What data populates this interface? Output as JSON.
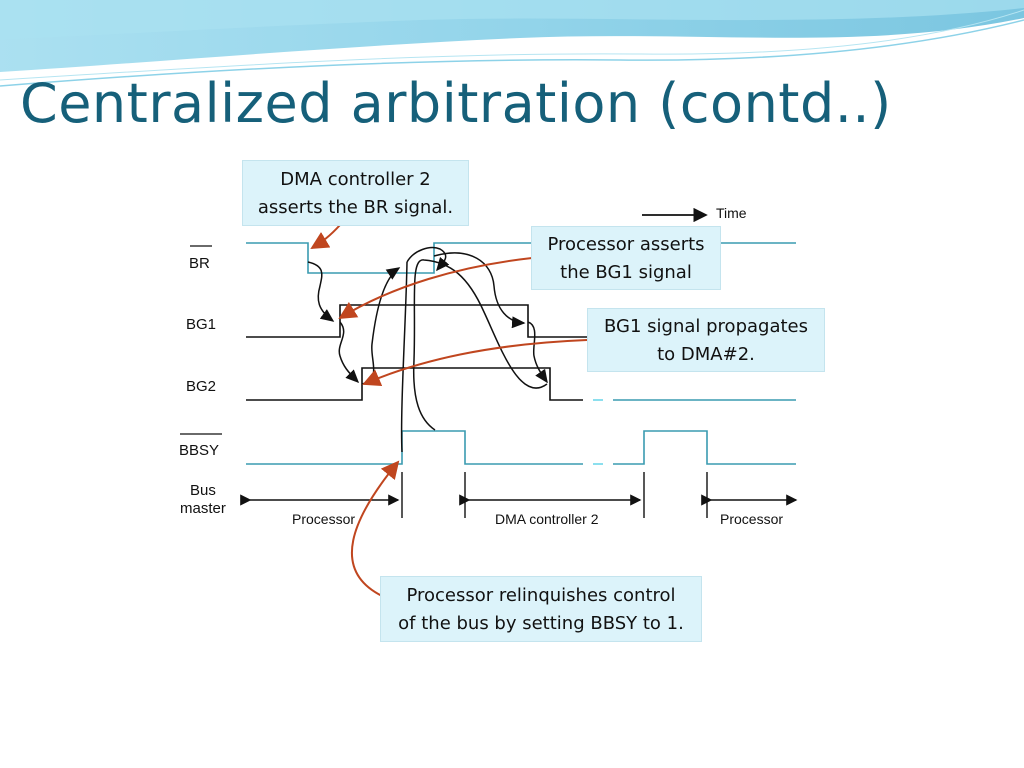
{
  "slide": {
    "title": "Centralized arbitration (contd..)"
  },
  "diagram": {
    "signals": [
      {
        "id": "br",
        "label": "BR",
        "overbar": true
      },
      {
        "id": "bg1",
        "label": "BG1",
        "overbar": false
      },
      {
        "id": "bg2",
        "label": "BG2",
        "overbar": false
      },
      {
        "id": "bbsy",
        "label": "BBSY",
        "overbar": true
      }
    ],
    "bus_master_label_line1": "Bus",
    "bus_master_label_line2": "master",
    "time_label": "Time",
    "bus_master_segments": [
      "Processor",
      "DMA controller 2",
      "Processor"
    ]
  },
  "callouts": {
    "dma_asserts": "DMA controller 2\nasserts the BR signal.",
    "processor_asserts": "Processor asserts\nthe BG1 signal",
    "bg1_propagates": "BG1 signal propagates\nto  DMA#2.",
    "processor_relinquishes": "Processor relinquishes control\nof the bus by setting BBSY to 1."
  },
  "colors": {
    "title": "#16607a",
    "trace": "#3a9bb0",
    "trace_dark": "#111111",
    "callout_fill": "#dcf3fa",
    "arrow": "#c0461f",
    "wave_top": "#6fc6e3"
  }
}
